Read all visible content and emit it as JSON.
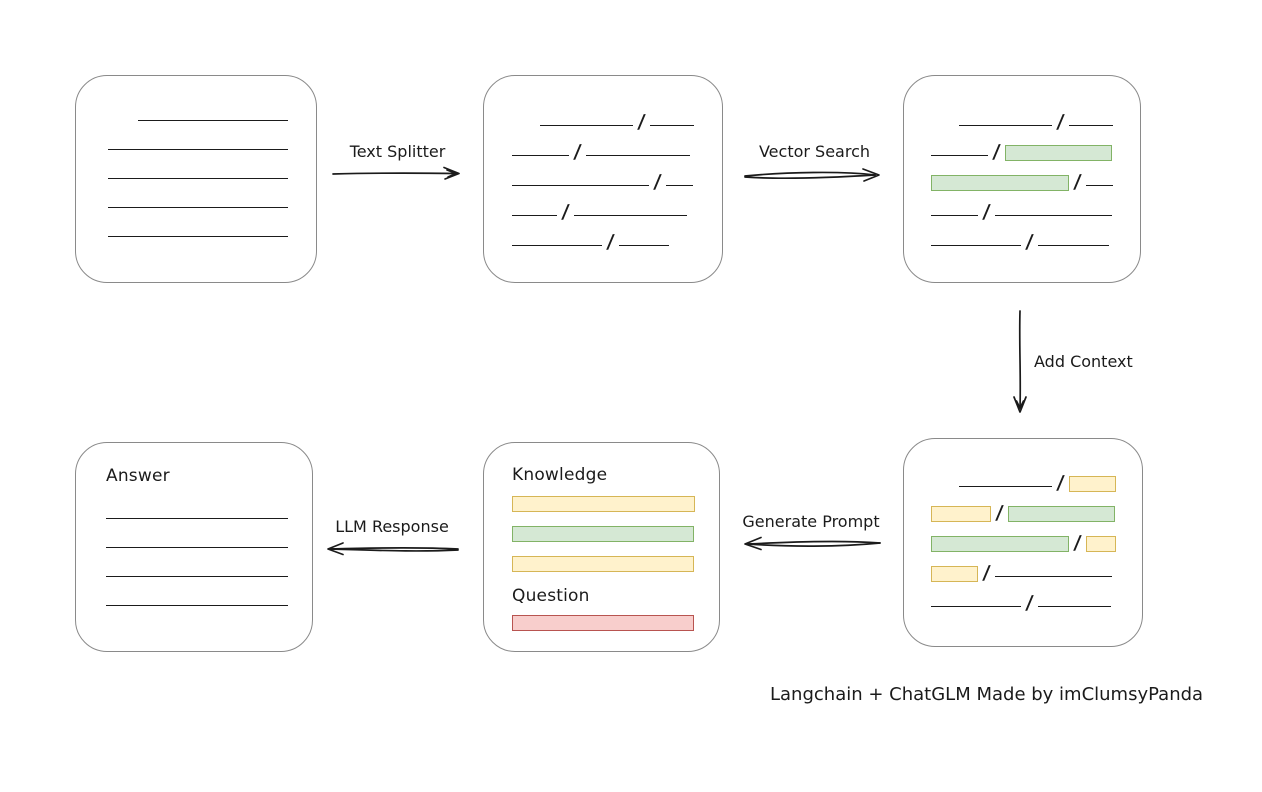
{
  "caption": {
    "text": "Langchain + ChatGLM Made by imClumsyPanda"
  },
  "slash_char": "/",
  "colors": {
    "box_border": "#8a8a8a",
    "stroke": "#1b1b1b",
    "green_fill": "#d5e8d4",
    "green_border": "#82b366",
    "yellow_fill": "#fff2cc",
    "yellow_border": "#d6b656",
    "red_fill": "#f8cecc",
    "red_border": "#b85450"
  },
  "arrows": {
    "text_splitter": {
      "label": "Text Splitter",
      "direction": "right"
    },
    "vector_search": {
      "label": "Vector Search",
      "direction": "right"
    },
    "add_context": {
      "label": "Add Context",
      "direction": "down"
    },
    "generate_prompt": {
      "label": "Generate Prompt",
      "direction": "left"
    },
    "llm_response": {
      "label": "LLM Response",
      "direction": "left"
    }
  },
  "boxes": {
    "source_document": {
      "lines": [
        {
          "indent": 30,
          "w": 150
        },
        {
          "indent": 0,
          "w": 180
        },
        {
          "indent": 0,
          "w": 180
        },
        {
          "indent": 0,
          "w": 180
        },
        {
          "indent": 0,
          "w": 180
        }
      ]
    },
    "split_chunks": {
      "rows": [
        [
          {
            "t": "indent",
            "w": 28
          },
          {
            "t": "line",
            "w": 93
          },
          {
            "t": "slash"
          },
          {
            "t": "line",
            "w": 44
          }
        ],
        [
          {
            "t": "line",
            "w": 57
          },
          {
            "t": "slash"
          },
          {
            "t": "line",
            "w": 104
          }
        ],
        [
          {
            "t": "line",
            "w": 137
          },
          {
            "t": "slash"
          },
          {
            "t": "line",
            "w": 27
          }
        ],
        [
          {
            "t": "line",
            "w": 45
          },
          {
            "t": "slash"
          },
          {
            "t": "line",
            "w": 113
          }
        ],
        [
          {
            "t": "line",
            "w": 90
          },
          {
            "t": "slash"
          },
          {
            "t": "line",
            "w": 50
          }
        ]
      ]
    },
    "retrieved_chunks": {
      "rows": [
        [
          {
            "t": "indent",
            "w": 28
          },
          {
            "t": "line",
            "w": 93
          },
          {
            "t": "slash"
          },
          {
            "t": "line",
            "w": 44
          }
        ],
        [
          {
            "t": "line",
            "w": 57
          },
          {
            "t": "slash"
          },
          {
            "t": "green",
            "w": 107
          }
        ],
        [
          {
            "t": "green",
            "w": 138
          },
          {
            "t": "slash"
          },
          {
            "t": "line",
            "w": 27
          }
        ],
        [
          {
            "t": "line",
            "w": 47
          },
          {
            "t": "slash"
          },
          {
            "t": "line",
            "w": 117
          }
        ],
        [
          {
            "t": "line",
            "w": 90
          },
          {
            "t": "slash"
          },
          {
            "t": "line",
            "w": 71
          }
        ]
      ]
    },
    "context_chunks": {
      "rows": [
        [
          {
            "t": "indent",
            "w": 28
          },
          {
            "t": "line",
            "w": 93
          },
          {
            "t": "slash"
          },
          {
            "t": "yellow",
            "w": 47
          }
        ],
        [
          {
            "t": "yellow",
            "w": 60
          },
          {
            "t": "slash"
          },
          {
            "t": "green",
            "w": 107
          }
        ],
        [
          {
            "t": "green",
            "w": 138
          },
          {
            "t": "slash"
          },
          {
            "t": "yellow",
            "w": 30
          }
        ],
        [
          {
            "t": "yellow",
            "w": 47
          },
          {
            "t": "slash"
          },
          {
            "t": "line",
            "w": 117
          }
        ],
        [
          {
            "t": "line",
            "w": 90
          },
          {
            "t": "slash"
          },
          {
            "t": "line",
            "w": 73
          }
        ]
      ]
    },
    "prompt": {
      "knowledge_label": "Knowledge",
      "question_label": "Question",
      "knowledge_bars": [
        {
          "t": "yellow",
          "w": 183
        },
        {
          "t": "green",
          "w": 182
        },
        {
          "t": "yellow",
          "w": 182
        }
      ],
      "question_bars": [
        {
          "t": "red",
          "w": 182
        }
      ]
    },
    "answer": {
      "label": "Answer",
      "lines": [
        {
          "indent": 0,
          "w": 182
        },
        {
          "indent": 0,
          "w": 182
        },
        {
          "indent": 0,
          "w": 182
        },
        {
          "indent": 0,
          "w": 182
        }
      ]
    }
  }
}
